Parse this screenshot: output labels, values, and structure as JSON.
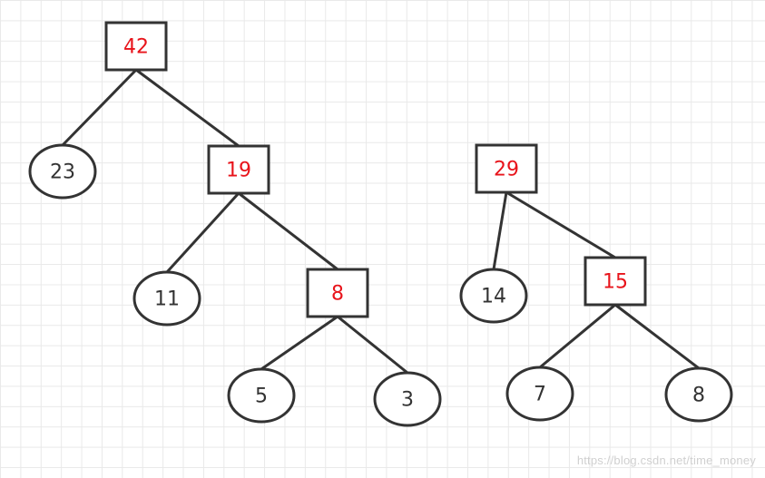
{
  "colors": {
    "internal_label": "#e8141b",
    "leaf_label": "#333333",
    "stroke": "#333333"
  },
  "trees": [
    {
      "root": {
        "id": "n42",
        "label": "42",
        "kind": "internal",
        "children": [
          {
            "id": "n23",
            "label": "23",
            "kind": "leaf"
          },
          {
            "id": "n19",
            "label": "19",
            "kind": "internal",
            "children": [
              {
                "id": "n11",
                "label": "11",
                "kind": "leaf"
              },
              {
                "id": "n8a",
                "label": "8",
                "kind": "internal",
                "children": [
                  {
                    "id": "n5",
                    "label": "5",
                    "kind": "leaf"
                  },
                  {
                    "id": "n3",
                    "label": "3",
                    "kind": "leaf"
                  }
                ]
              }
            ]
          }
        ]
      }
    },
    {
      "root": {
        "id": "n29",
        "label": "29",
        "kind": "internal",
        "children": [
          {
            "id": "n14",
            "label": "14",
            "kind": "leaf"
          },
          {
            "id": "n15",
            "label": "15",
            "kind": "internal",
            "children": [
              {
                "id": "n7",
                "label": "7",
                "kind": "leaf"
              },
              {
                "id": "n8b",
                "label": "8",
                "kind": "leaf"
              }
            ]
          }
        ]
      }
    }
  ],
  "watermark": "https://blog.csdn.net/time_money"
}
